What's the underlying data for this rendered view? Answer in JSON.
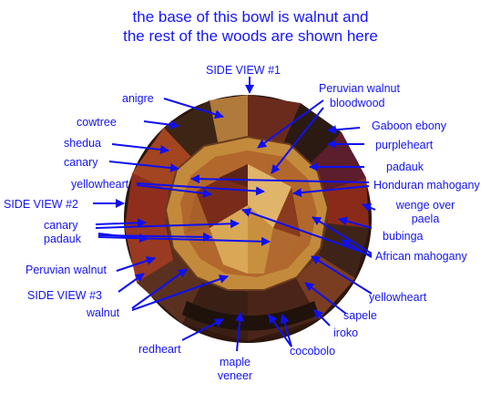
{
  "title": {
    "line1": "the base of this bowl is walnut and",
    "line2": "the rest of the woods are shown here"
  },
  "labels": {
    "side_view_1": "SIDE VIEW #1",
    "side_view_2": "SIDE VIEW #2",
    "side_view_3": "SIDE VIEW #3",
    "anigre": "anigre",
    "cowtree": "cowtree",
    "shedua": "shedua",
    "canary_top": "canary",
    "yellowheart_left": "yellowheart",
    "canary_left": "canary",
    "padauk_left": "padauk",
    "peruvian_walnut_left": "Peruvian walnut",
    "walnut": "walnut",
    "redheart": "redheart",
    "maple_veneer_1": "maple",
    "maple_veneer_2": "veneer",
    "cocobolo": "cocobolo",
    "peruvian_walnut_top": "Peruvian walnut",
    "bloodwood": "bloodwood",
    "gaboon_ebony": "Gaboon ebony",
    "purpleheart": "purpleheart",
    "padauk_right": "padauk",
    "honduran_mahogany": "Honduran mahogany",
    "wenge_over_paela_1": "wenge over",
    "wenge_over_paela_2": "paela",
    "bubinga": "bubinga",
    "african_mahogany": "African mahogany",
    "yellowheart_right": "yellowheart",
    "sapele": "sapele",
    "iroko": "iroko"
  },
  "colors": {
    "label_blue": "#1414f5",
    "arrow_blue": "#1010f0",
    "walnut": "#3a2416",
    "padauk": "#9a3520",
    "canary": "#c99a3e",
    "maple": "#e2c58d",
    "purpleheart": "#5e2030",
    "bloodwood": "#7e1f1f",
    "yellowheart": "#d2a24a"
  }
}
